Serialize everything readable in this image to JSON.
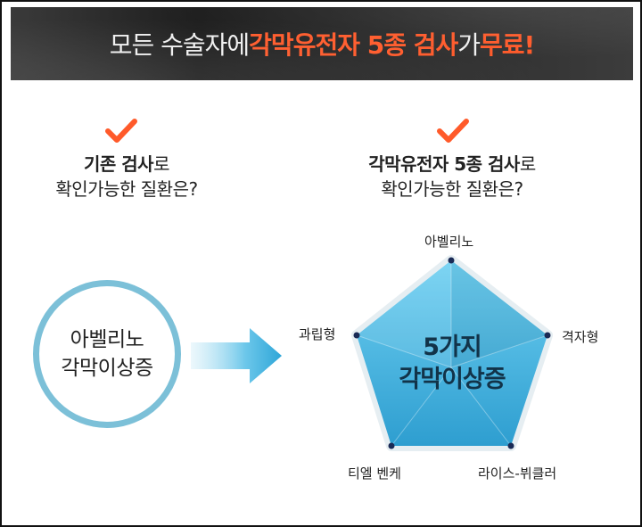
{
  "banner": {
    "part1": "모든 수술자에 ",
    "part2": "각막유전자 5종 검사",
    "part3": "가 ",
    "part4": "무료!"
  },
  "left": {
    "heading_bold": "기존 검사",
    "heading_rest": "로",
    "heading_line2": "확인가능한 질환은?",
    "circle_line1": "아벨리노",
    "circle_line2": "각막이상증"
  },
  "right": {
    "heading_bold": "각막유전자 5종 검사",
    "heading_rest": "로",
    "heading_line2": "확인가능한 질환은?",
    "center_line1": "5가지",
    "center_line2": "각막이상증",
    "labels": {
      "top": "아벨리노",
      "right": "격자형",
      "bottom_right": "라이스-뷔클러",
      "bottom_left": "티엘 벤케",
      "left": "과립형"
    }
  },
  "colors": {
    "accent": "#ff5a2a",
    "circle": "#7cc0d8",
    "pentagon": "#3aaed8",
    "dot": "#1a2a55"
  },
  "icons": [
    "check-icon",
    "right-arrow-icon"
  ]
}
